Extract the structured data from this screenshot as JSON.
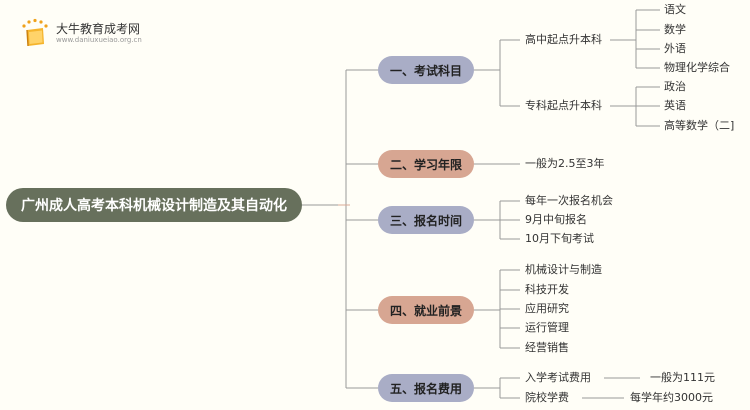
{
  "brand": {
    "title": "大牛教育成考网",
    "url": "www.daniuxueiao.org.cn",
    "logo_icon": "book-stars-icon"
  },
  "colors": {
    "root": "#67705c",
    "branch_blue": "#a9adc6",
    "branch_tan": "#d7a692",
    "wire": "#9a9a9a",
    "wire_accent": "#d9a996"
  },
  "root": {
    "label": "广州成人高考本科机械设计制造及其自动化"
  },
  "branches": [
    {
      "label": "一、考试科目",
      "children": [
        {
          "label": "高中起点升本科",
          "items": [
            "语文",
            "数学",
            "外语",
            "物理化学综合"
          ]
        },
        {
          "label": "专科起点升本科",
          "items": [
            "政治",
            "英语",
            "高等数学（二]"
          ]
        }
      ]
    },
    {
      "label": "二、学习年限",
      "items": [
        "一般为2.5至3年"
      ]
    },
    {
      "label": "三、报名时间",
      "items": [
        "每年一次报名机会",
        "9月中旬报名",
        "10月下旬考试"
      ]
    },
    {
      "label": "四、就业前景",
      "items": [
        "机械设计与制造",
        "科技开发",
        "应用研究",
        "运行管理",
        "经营销售"
      ]
    },
    {
      "label": "五、报名费用",
      "pairs": [
        {
          "label": "入学考试费用",
          "value": "一般为111元"
        },
        {
          "label": "院校学费",
          "value": "每学年约3000元"
        }
      ]
    }
  ]
}
